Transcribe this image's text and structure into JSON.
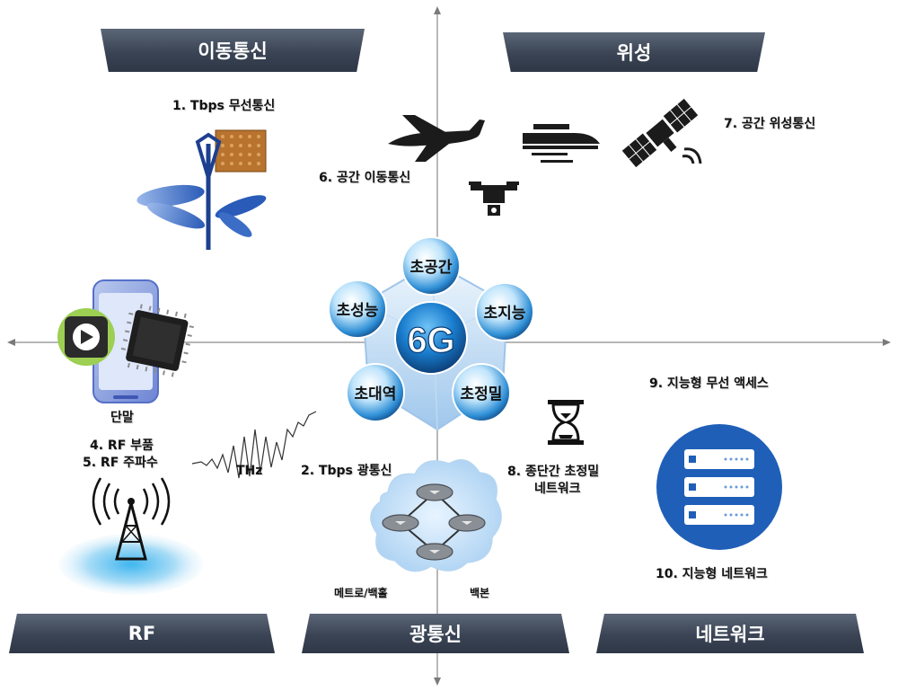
{
  "banners": {
    "mobile": "이동통신",
    "satellite": "위성",
    "rf": "RF",
    "optical": "광통신",
    "network": "네트워크"
  },
  "center": {
    "core": "6G",
    "bubbles": [
      "초공간",
      "초지능",
      "초정밀",
      "초대역",
      "초성능"
    ]
  },
  "labels": {
    "tbps_wireless": "1. Tbps 무선통신",
    "space_mobile": "6. 공간 이동통신",
    "space_satellite": "7. 공간 위성통신",
    "terminal": "단말",
    "rf_parts_1": "4. RF 부품",
    "rf_parts_2": "5. RF 주파수",
    "thz": "THz",
    "tbps_optical": "2. Tbps 광통신",
    "e2e_1": "8. 종단간 초정밀",
    "e2e_2": "네트워크",
    "intel_access": "9. 지능형 무선 액세스",
    "intel_network": "10. 지능형 네트워크",
    "metro": "메트로/백홀",
    "backbone": "백본"
  },
  "colors": {
    "banner": "#3a4454",
    "bubble": "#2f8fd6",
    "network_blue": "#1f5fb8",
    "antenna_blue": "#2a5bb8",
    "axis": "#8a8a8a"
  }
}
